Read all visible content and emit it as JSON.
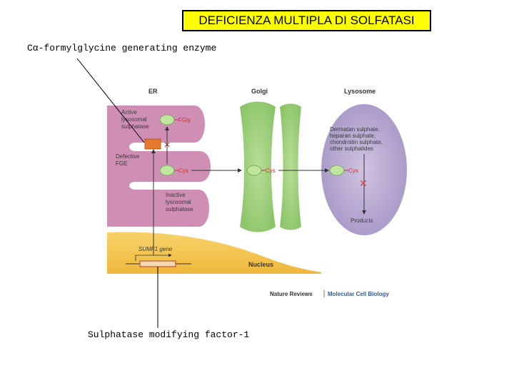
{
  "title": "DEFICIENZA MULTIPLA DI SOLFATASI",
  "callouts": {
    "fge": "Cα-formylglycine generating enzyme",
    "sumf1": "Sulphatase modifying factor-1"
  },
  "figure": {
    "compartments": {
      "er": "ER",
      "golgi": "Golgi",
      "lysosome": "Lysosome",
      "nucleus": "Nucleus"
    },
    "er_labels": {
      "active_1": "Active",
      "active_2": "lysosomal",
      "active_3": "sulphatase",
      "fgly": "FGly",
      "defective_1": "Defective",
      "defective_2": "FGE",
      "cys": "Cys",
      "inactive_1": "Inactive",
      "inactive_2": "lysosomal",
      "inactive_3": "sulphatase",
      "gene": "SUMF1 gene"
    },
    "golgi_cys": "Cys",
    "lysosome_labels": {
      "substrates": [
        "Dermatan sulphate,",
        "heparan sulphate,",
        "chondroitin sulphate,",
        "other sulphatides"
      ],
      "cys": "Cys",
      "products": "Products"
    },
    "credit_left": "Nature Reviews",
    "credit_right": "Molecular Cell Biology"
  },
  "colors": {
    "title_bg": "#ffff00",
    "er": "#cf8fb4",
    "golgi": "#9fd07b",
    "lysosome": "#b5a6cd",
    "nucleus": "#f3c24b",
    "fge_box": "#e7792d",
    "sulphatase": "#bfe59e",
    "block_mark": "#d23c3c",
    "credit_accent": "#2a5aa0"
  }
}
